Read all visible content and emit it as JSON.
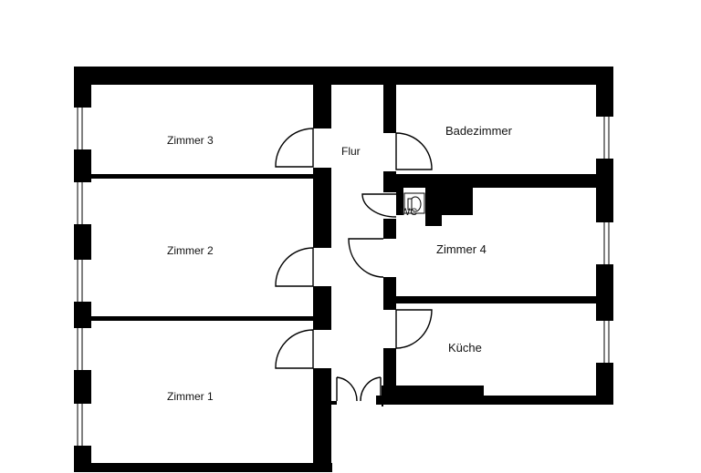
{
  "rooms": {
    "zimmer3": "Zimmer 3",
    "zimmer2": "Zimmer 2",
    "zimmer1": "Zimmer 1",
    "flur": "Flur",
    "badezimmer": "Badezimmer",
    "wc": "WC",
    "zimmer4": "Zimmer 4",
    "kueche": "Küche"
  },
  "colors": {
    "wall": "#000000",
    "floor": "#ffffff"
  }
}
